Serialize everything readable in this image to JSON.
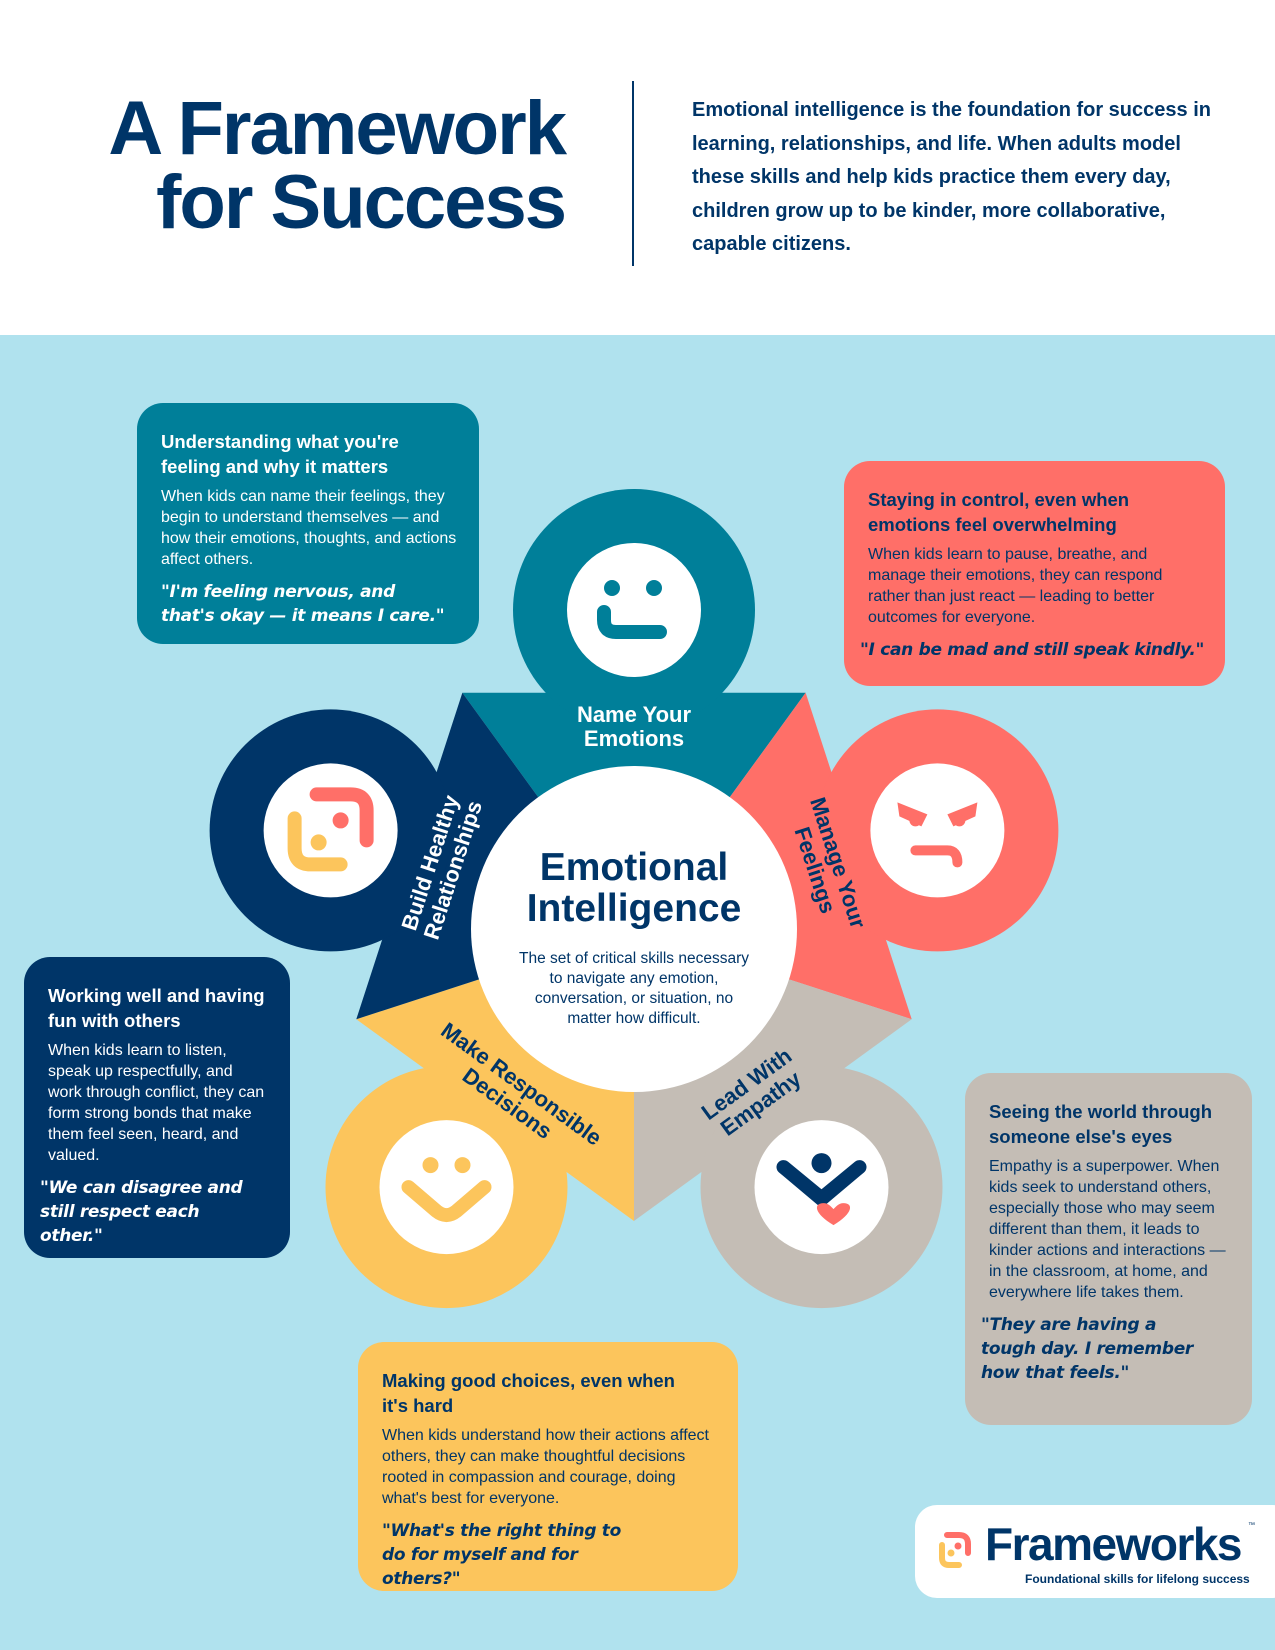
{
  "header": {
    "title_line1": "A Framework",
    "title_line2": "for Success",
    "intro": "Emotional intelligence is the foundation for success in learning, relationships, and life. When adults model these skills and help kids practice them every day, children grow up to be kinder, more collaborative, capable citizens."
  },
  "colors": {
    "background": "#b0e2ee",
    "teal": "#007f99",
    "red": "#ff6f68",
    "grey": "#c4bdb5",
    "yellow": "#fcc55c",
    "navy": "#003568"
  },
  "center": {
    "title_line1": "Emotional",
    "title_line2": "Intelligence",
    "desc_lines": [
      "The set of critical skills necessary",
      "to navigate any emotion,",
      "conversation, or situation, no",
      "matter how difficult."
    ]
  },
  "skills": [
    {
      "label_lines": [
        "Name Your",
        "Emotions"
      ],
      "icon": "smile-face-icon"
    },
    {
      "label_lines": [
        "Manage Your",
        "Feelings"
      ],
      "icon": "angry-face-icon"
    },
    {
      "label_lines": [
        "Lead With",
        "Empathy"
      ],
      "icon": "person-heart-icon"
    },
    {
      "label_lines": [
        "Make Responsible",
        "Decisions"
      ],
      "icon": "happy-face-icon"
    },
    {
      "label_lines": [
        "Build Healthy",
        "Relationships"
      ],
      "icon": "connection-icon"
    }
  ],
  "cards": {
    "name": {
      "heading": "Understanding what you're feeling and why it matters",
      "body": "When kids can name their feelings, they begin to understand themselves — and how their emotions, thoughts, and actions affect others.",
      "quote": "\"I'm feeling nervous, and that's okay — it means I care.\""
    },
    "manage": {
      "heading": "Staying in control, even when emotions feel overwhelming",
      "body": "When kids learn to pause, breathe, and manage their emotions, they can respond rather than just react — leading to better outcomes for everyone.",
      "quote": "\"I can be mad and still speak kindly.\""
    },
    "build": {
      "heading": "Working well and having fun with others",
      "body": "When kids learn to listen, speak up respectfully, and work through conflict, they can form strong bonds that make them feel seen, heard, and valued.",
      "quote": "\"We can disagree and still respect each other.\""
    },
    "empathy": {
      "heading": "Seeing the world through someone else's eyes",
      "body": "Empathy is a superpower. When kids seek to understand others, especially those who may seem different than them, it leads to kinder actions and interactions — in the classroom, at home, and everywhere life takes them.",
      "quote": "\"They are having a tough day. I remember how that feels.\""
    },
    "decisions": {
      "heading": "Making good choices, even when it's hard",
      "body": "When kids understand how their actions affect others, they can make thoughtful decisions rooted in compassion and courage, doing what's best for everyone.",
      "quote": "\"What's the right thing to do for myself and for others?\""
    }
  },
  "logo": {
    "name": "Frameworks",
    "tm": "™",
    "tagline": "Foundational skills for lifelong success"
  }
}
